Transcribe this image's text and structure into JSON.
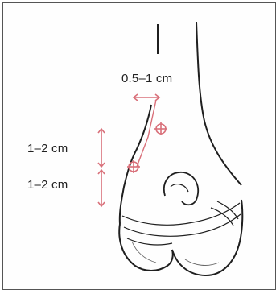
{
  "diagram": {
    "labels": {
      "top_measure": "0.5–1 cm",
      "middle_measure": "1–2 cm",
      "bottom_measure": "1–2 cm"
    },
    "colors": {
      "bone_outline": "#1f1f1f",
      "annotation": "#d9707a",
      "frame": "#555555"
    }
  }
}
